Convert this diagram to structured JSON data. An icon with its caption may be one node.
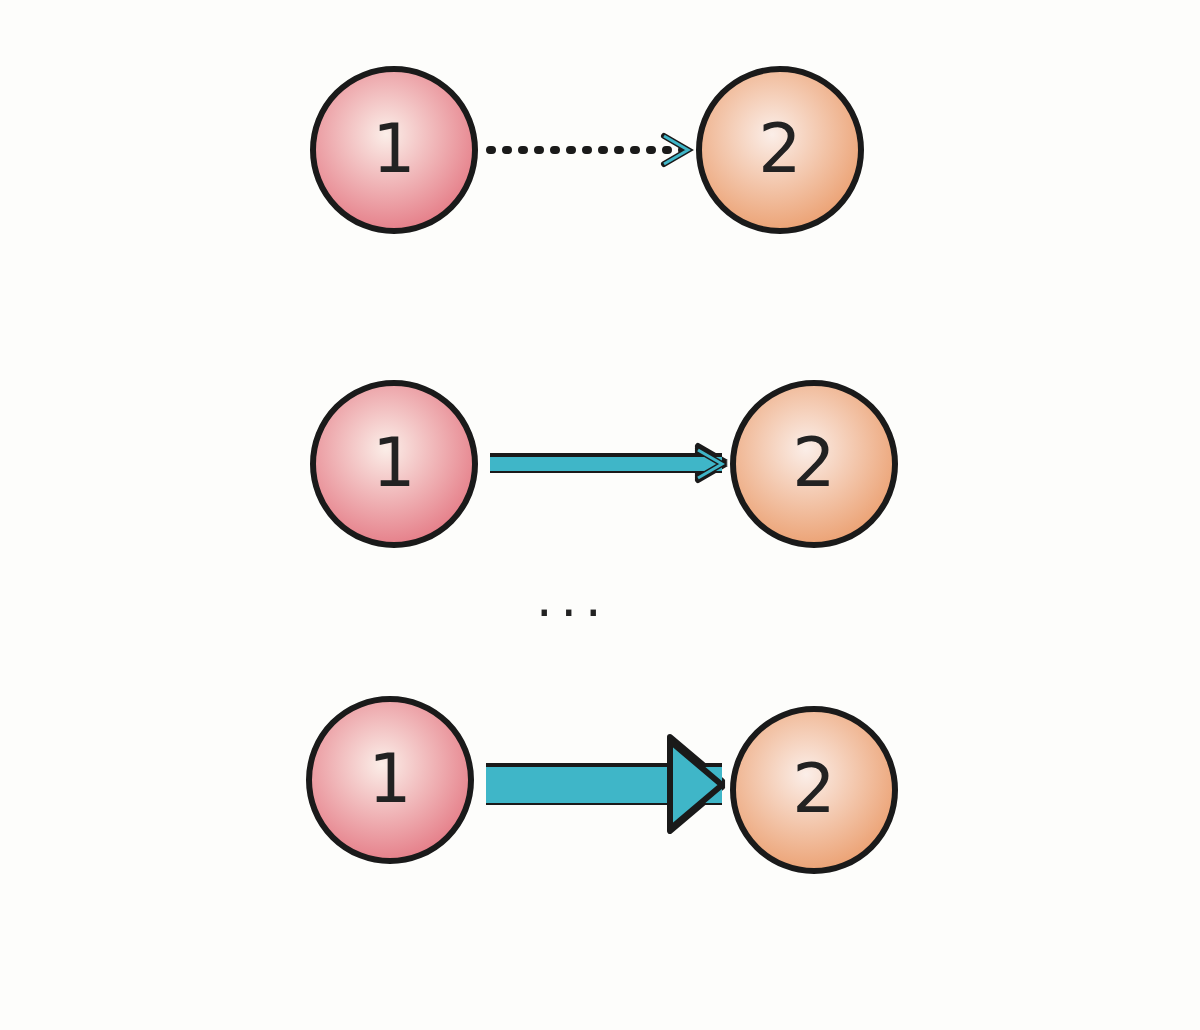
{
  "diagram": {
    "nodes": [
      {
        "text": [
          "1"
        ]
      },
      {
        "text": [
          "2"
        ]
      },
      {
        "text": [
          "1"
        ]
      },
      {
        "text": [
          "2"
        ]
      },
      {
        "text": [
          "1"
        ]
      },
      {
        "text": [
          "2"
        ]
      }
    ],
    "edges": [
      {
        "from": 0,
        "to": 1,
        "arrow": "to",
        "style": "dashed",
        "color": "#1a1a1a"
      },
      {
        "from": 2,
        "to": 3,
        "arrow": "to"
      },
      {
        "from": 4,
        "to": 5,
        "arrow": "to",
        "style": "thick"
      }
    ],
    "labels": [
      "..."
    ]
  }
}
